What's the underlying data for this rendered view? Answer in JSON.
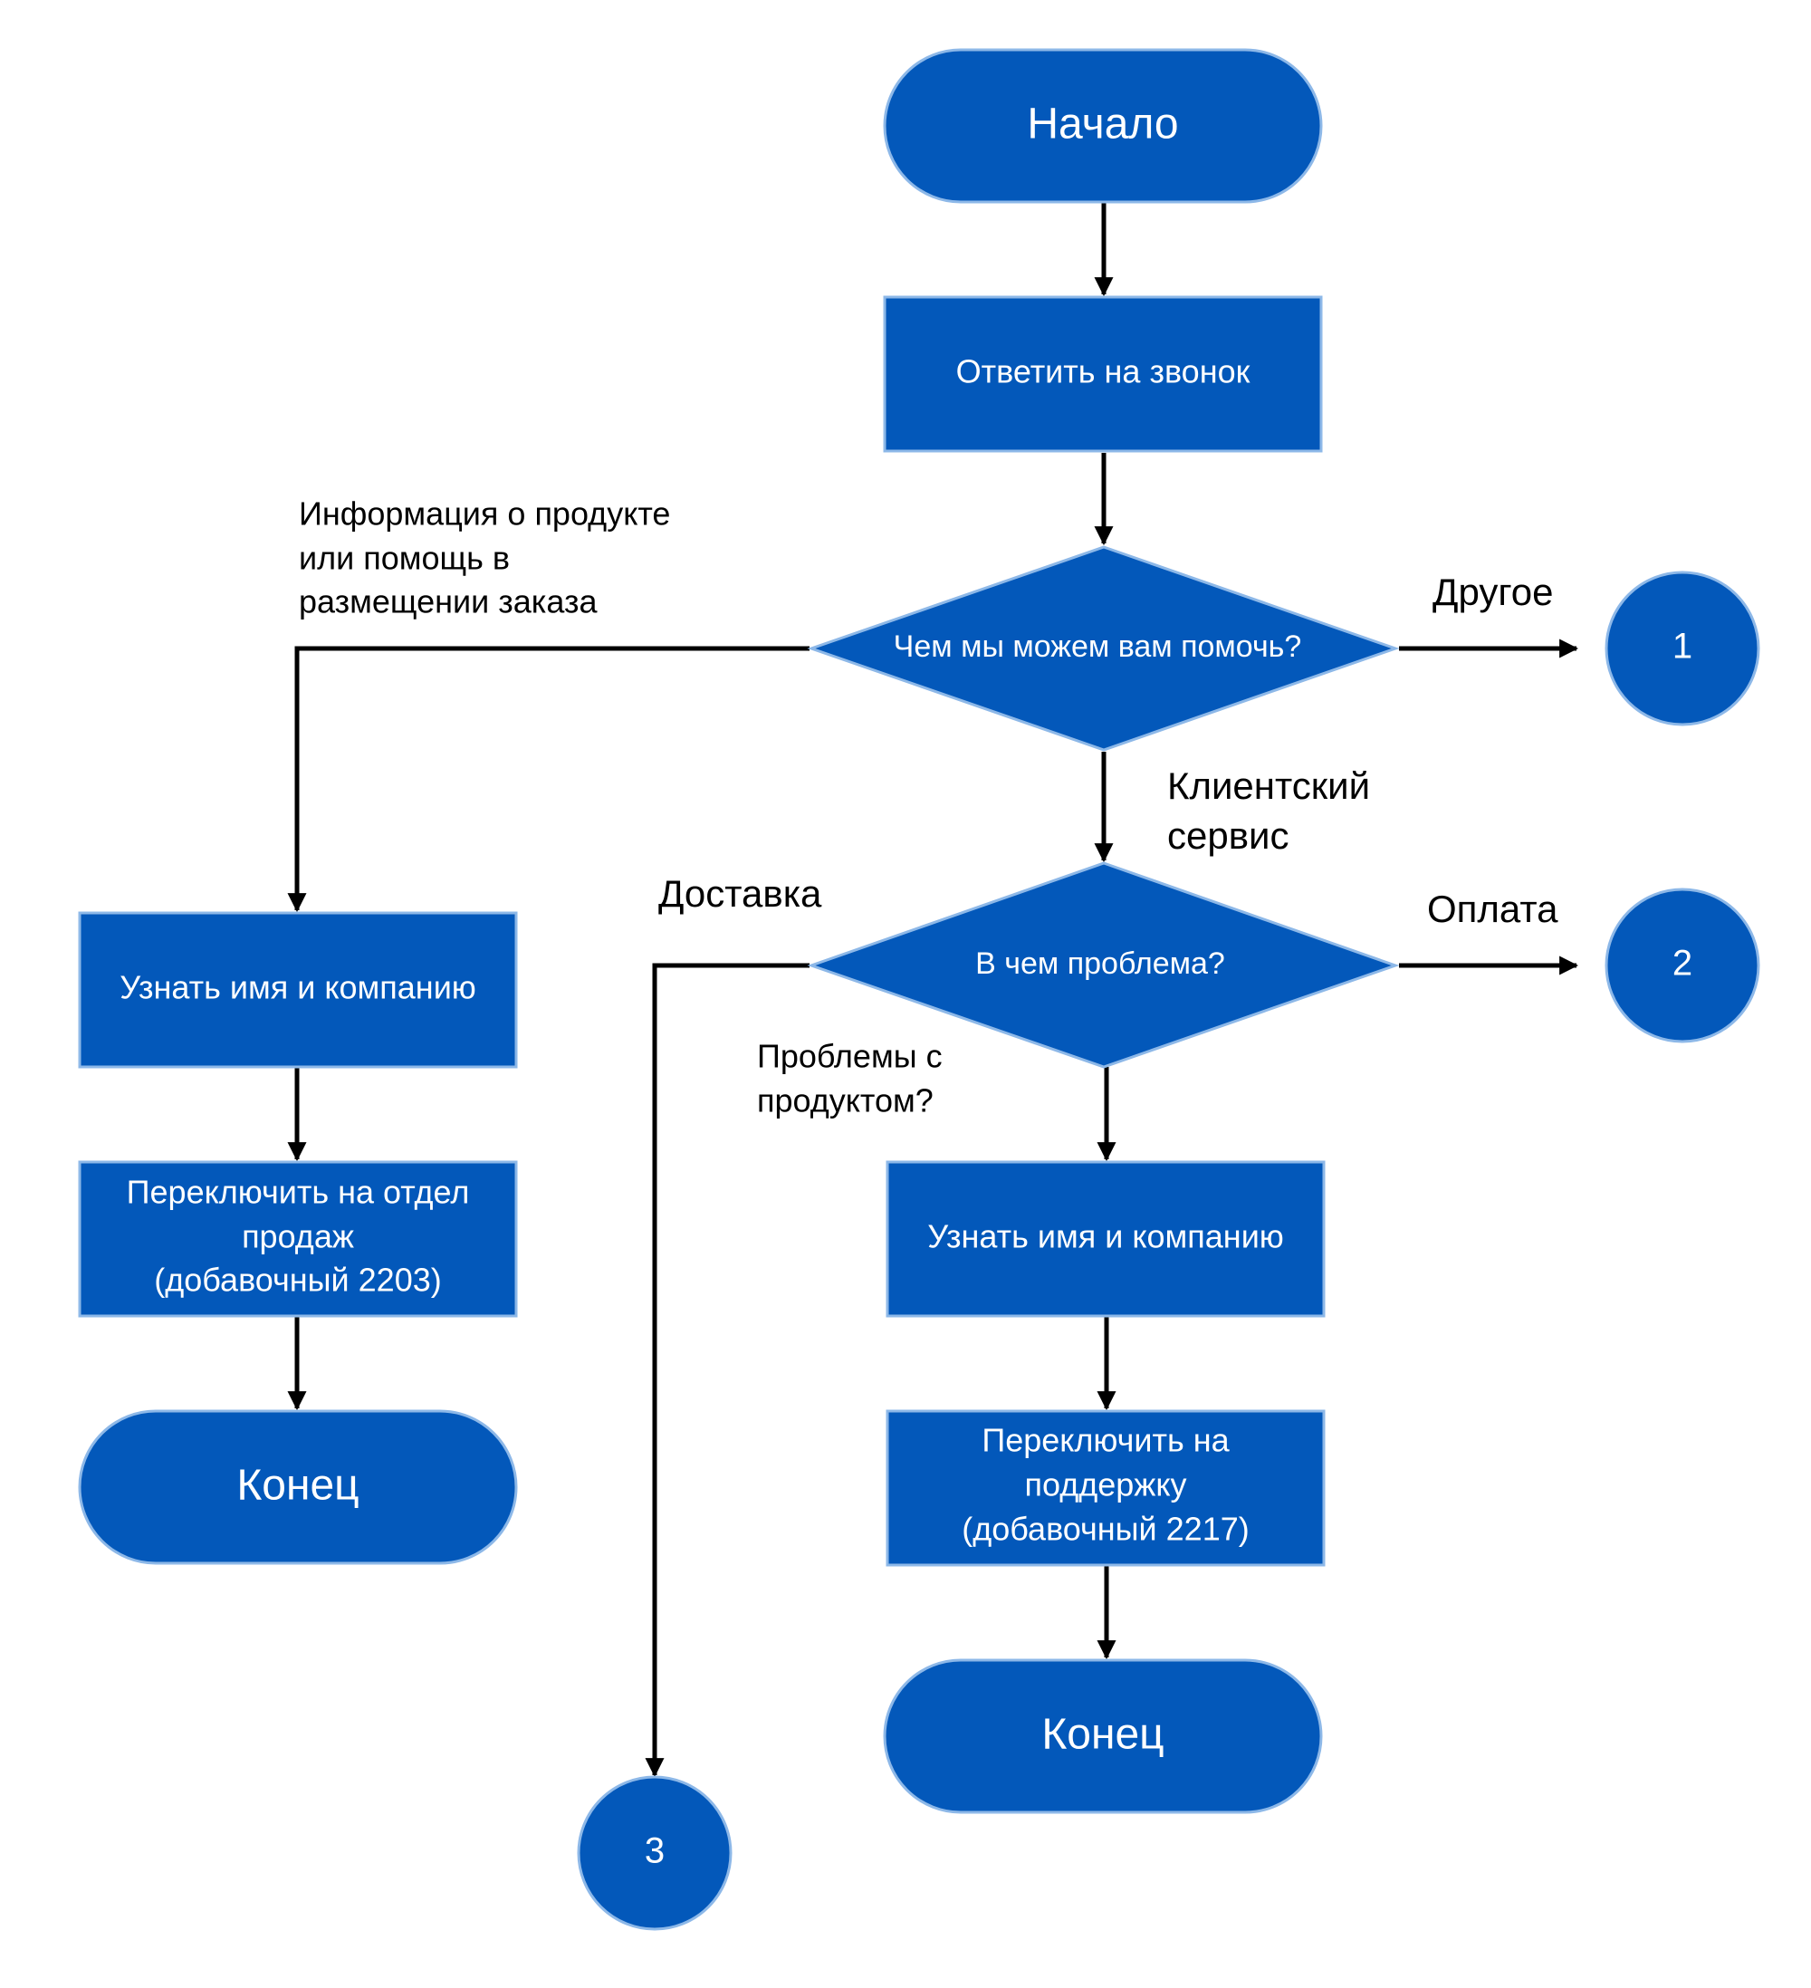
{
  "colors": {
    "node_fill": "#0358BA",
    "node_stroke": "#8DB8E8",
    "text_light": "#ffffff",
    "edge": "#000000"
  },
  "nodes": {
    "start": "Начало",
    "answer_call": "Ответить на звонок",
    "decision_help": "Чем мы можем вам помочь?",
    "decision_problem": "В чем проблема?",
    "left_get_name": "Узнать имя и компанию",
    "left_switch_sales": [
      "Переключить на отдел",
      "продаж",
      "(добавочный 2203)"
    ],
    "left_end": "Конец",
    "right_get_name": "Узнать имя и компанию",
    "right_switch_support": [
      "Переключить на",
      "поддержку",
      "(добавочный 2217)"
    ],
    "right_end": "Конец",
    "connector_1": "1",
    "connector_2": "2",
    "connector_3": "3"
  },
  "edge_labels": {
    "product_info": [
      "Информация о продукте",
      "или помощь в",
      "размещении заказа"
    ],
    "other": "Другое",
    "customer_service": [
      "Клиентский",
      "сервис"
    ],
    "delivery": "Доставка",
    "payment": "Оплата",
    "product_problems": [
      "Проблемы с",
      "продуктом?"
    ]
  }
}
